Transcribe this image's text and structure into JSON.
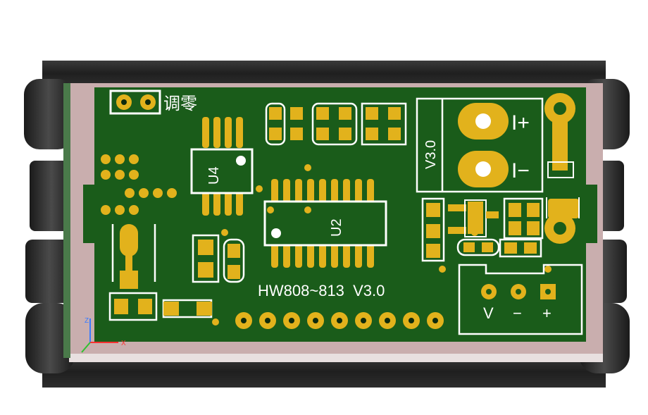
{
  "board": {
    "zero_adjust_label": "调零",
    "u4_label": "U4",
    "u2_label": "U2",
    "model_label": "HW808~813  V3.0",
    "conn_version_label": "V3.0",
    "current_plus_label": "I+",
    "current_minus_label": "I−",
    "terminal_v_label": "V",
    "terminal_minus_label": "−",
    "terminal_plus_label": "+",
    "axis_x_label": "X",
    "axis_z_label": "Z",
    "colors": {
      "pcb": "#1a5c1a",
      "pad": "#e2b21c",
      "silkscreen": "#ffffff",
      "frame": "#2b2b2b",
      "backing": "#c9aeae"
    }
  }
}
